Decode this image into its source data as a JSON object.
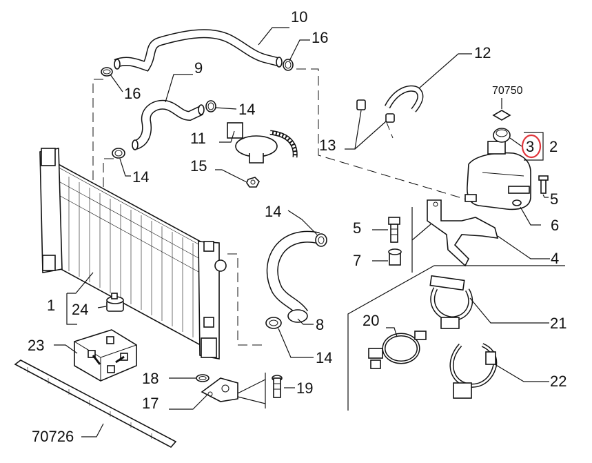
{
  "diagram": {
    "highlight_color": "#e0353b",
    "line_color": "#111111",
    "labels": {
      "p1": "1",
      "p2": "2",
      "p3": "3",
      "p4": "4",
      "p5a": "5",
      "p5b": "5",
      "p6": "6",
      "p7": "7",
      "p8": "8",
      "p9": "9",
      "p10": "10",
      "p11": "11",
      "p12": "12",
      "p13": "13",
      "p14a": "14",
      "p14b": "14",
      "p14c": "14",
      "p14d": "14",
      "p15": "15",
      "p16a": "16",
      "p16b": "16",
      "p17": "17",
      "p18": "18",
      "p19": "19",
      "p20": "20",
      "p21": "21",
      "p22": "22",
      "p23": "23",
      "p24": "24",
      "c70750": "70750",
      "c70726": "70726"
    }
  }
}
